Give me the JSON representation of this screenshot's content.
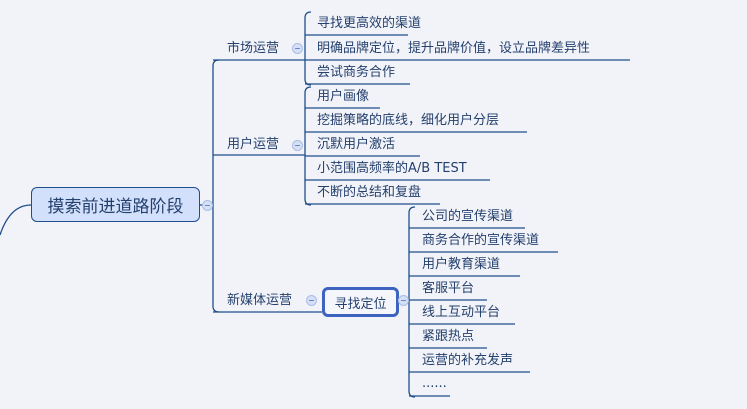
{
  "root": {
    "label": "摸索前进道路阶段"
  },
  "branches": [
    {
      "label": "市场运营",
      "children": [
        "寻找更高效的渠道",
        "明确品牌定位，提升品牌价值，设立品牌差异性",
        "尝试商务合作"
      ]
    },
    {
      "label": "用户运营",
      "children": [
        "用户画像",
        "挖掘策略的底线，细化用户分层",
        "沉默用户激活",
        "小范围高频率的A/B TEST",
        "不断的总结和复盘"
      ]
    },
    {
      "label": "新媒体运营",
      "child": {
        "label": "寻找定位",
        "children": [
          "公司的宣传渠道",
          "商务合作的宣传渠道",
          "用户教育渠道",
          "客服平台",
          "线上互动平台",
          "紧跟热点",
          "运营的补充发声",
          "......"
        ]
      }
    }
  ],
  "colors": {
    "line": "#1f4e8c",
    "root_fill": "#d2e0fb",
    "selected_border": "#3d62c0",
    "background": "#f2f3f8"
  }
}
